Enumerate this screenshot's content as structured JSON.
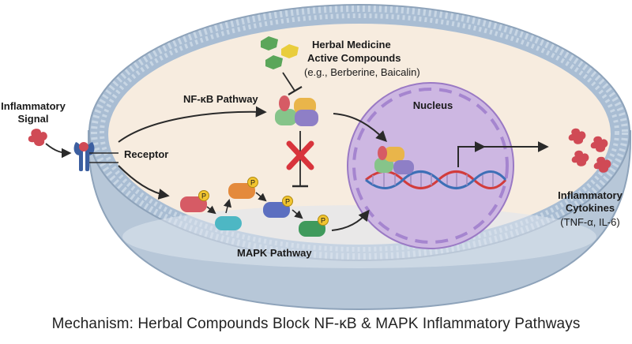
{
  "labels": {
    "inflammatory_signal": [
      "Inflammatory",
      "Signal"
    ],
    "receptor": "Receptor",
    "herbal": [
      "Herbal Medicine",
      "Active Compounds"
    ],
    "herbal_examples": "(e.g., Berberine, Baicalin)",
    "nfkb": "NF-κB Pathway",
    "mapk": "MAPK Pathway",
    "nucleus": "Nucleus",
    "cytokines": [
      "Inflammatory",
      "Cytokines"
    ],
    "cytokine_examples": "(TNF-α, IL-6)",
    "phospho": "P"
  },
  "caption": "Mechanism: Herbal Compounds Block NF-κB & MAPK Inflammatory Pathways",
  "colors": {
    "membrane_outer": "#8fa8c4",
    "membrane_beads": "#a9bdd3",
    "cytoplasm": "#f7ecdf",
    "dish_shadow": "#c7d3e0",
    "nucleus_fill": "#cdb7e2",
    "nucleus_border": "#9a79c4",
    "inhibit_x": "#d8343c",
    "signal": "#d04a55",
    "phospho": "#f2c530",
    "herbal_green": "#5ba65a",
    "herbal_yellow": "#e9cd3c",
    "dna_red": "#d23c3c",
    "dna_blue": "#3d6fb6"
  }
}
